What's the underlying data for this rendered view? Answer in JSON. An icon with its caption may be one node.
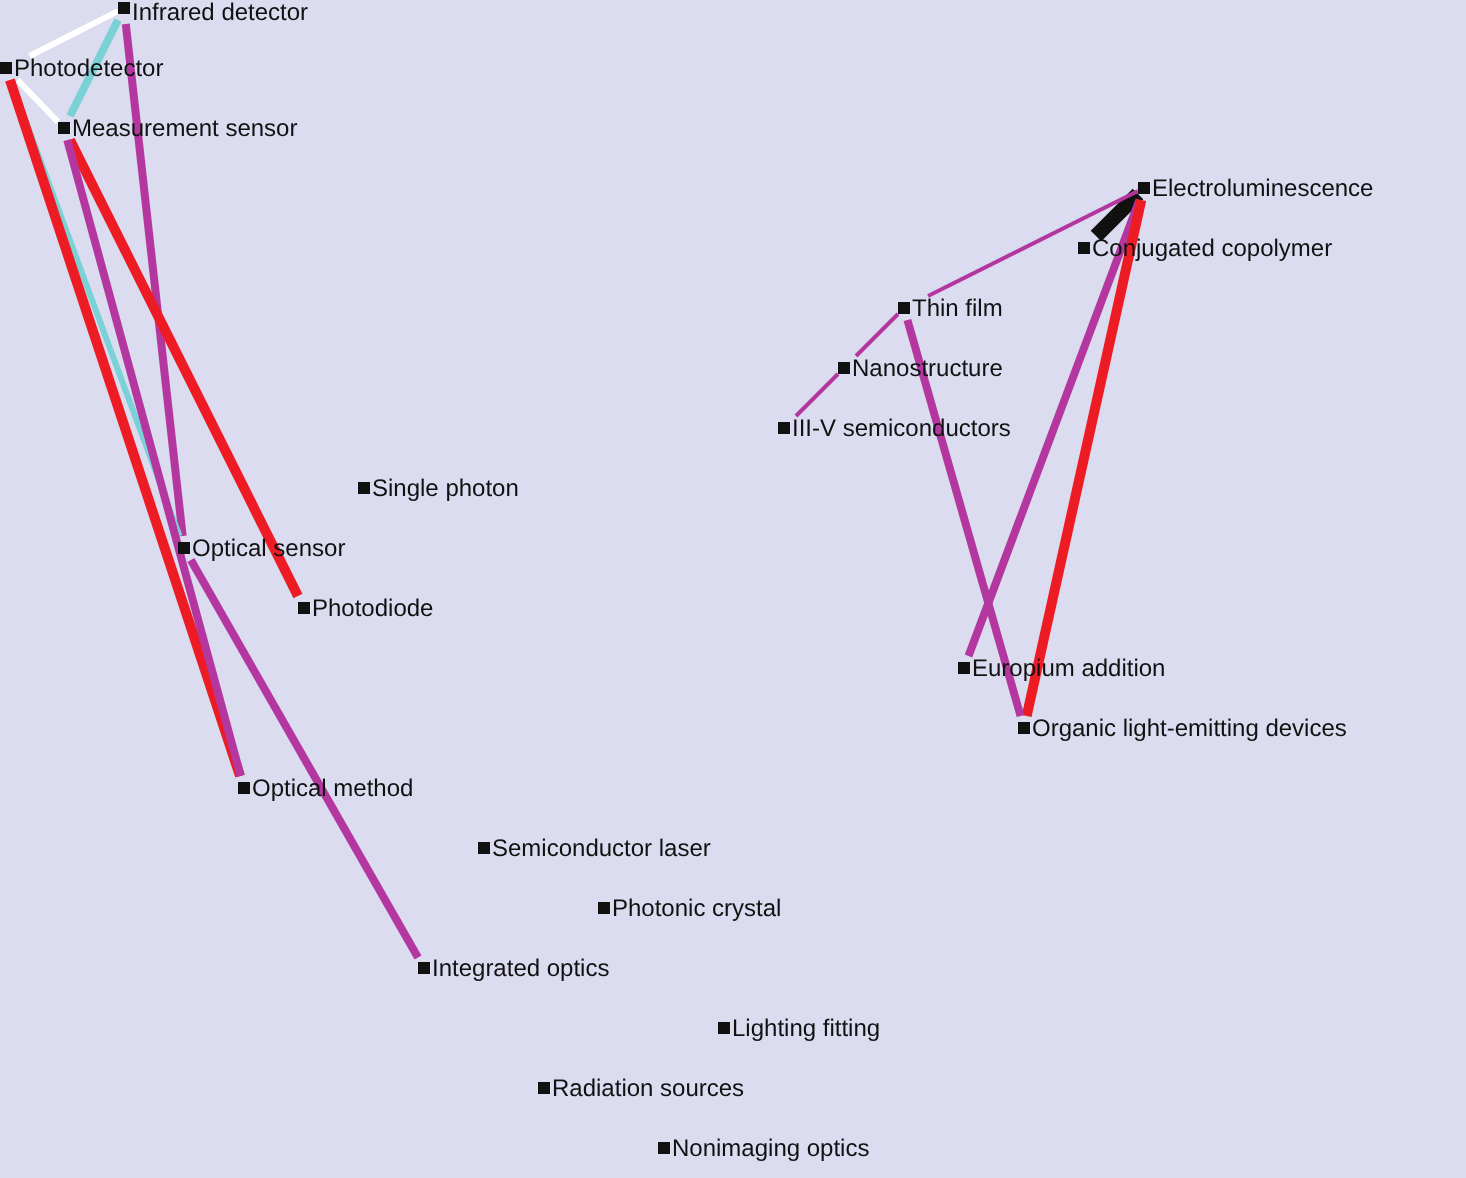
{
  "diagram": {
    "nodes": [
      {
        "text": [
          "Infrared detector"
        ]
      },
      {
        "text": [
          "Photodetector"
        ]
      },
      {
        "text": [
          "Measurement sensor"
        ]
      },
      {
        "text": [
          "Electroluminescence"
        ]
      },
      {
        "text": [
          "Conjugated copolymer"
        ]
      },
      {
        "text": [
          "Thin film"
        ]
      },
      {
        "text": [
          "Nanostructure"
        ]
      },
      {
        "text": [
          "III-V semiconductors"
        ]
      },
      {
        "text": [
          "Single photon"
        ]
      },
      {
        "text": [
          "Optical sensor"
        ]
      },
      {
        "text": [
          "Photodiode"
        ]
      },
      {
        "text": [
          "Europium addition"
        ]
      },
      {
        "text": [
          "Organic light-emitting devices"
        ]
      },
      {
        "text": [
          "Optical method"
        ]
      },
      {
        "text": [
          "Semiconductor laser"
        ]
      },
      {
        "text": [
          "Photonic crystal"
        ]
      },
      {
        "text": [
          "Integrated optics"
        ]
      },
      {
        "text": [
          "Lighting fitting"
        ]
      },
      {
        "text": [
          "Radiation sources"
        ]
      },
      {
        "text": [
          "Nonimaging optics"
        ]
      }
    ],
    "edges": [
      {
        "from": 1,
        "to": 0,
        "arrow": "none",
        "color": "#ffffff"
      },
      {
        "from": 1,
        "to": 2,
        "arrow": "none",
        "color": "#ffffff"
      },
      {
        "from": 0,
        "to": 2,
        "arrow": "none",
        "color": "#7ad2d6"
      },
      {
        "from": 0,
        "to": 9,
        "arrow": "none"
      },
      {
        "from": 1,
        "to": 9,
        "arrow": "none",
        "color": "#7ad2d6"
      },
      {
        "from": 1,
        "to": 13,
        "arrow": "none",
        "color": "#ed1c24"
      },
      {
        "from": 2,
        "to": 10,
        "arrow": "none",
        "color": "#ed1c24"
      },
      {
        "from": 2,
        "to": 13,
        "arrow": "none"
      },
      {
        "from": 9,
        "to": 16,
        "arrow": "none"
      },
      {
        "from": 3,
        "to": 4,
        "arrow": "none",
        "style": "thick",
        "color": "#111111"
      },
      {
        "from": 3,
        "to": 5,
        "arrow": "none"
      },
      {
        "from": 5,
        "to": 6,
        "arrow": "none"
      },
      {
        "from": 6,
        "to": 7,
        "arrow": "none"
      },
      {
        "from": 3,
        "to": 11,
        "arrow": "none"
      },
      {
        "from": 3,
        "to": 12,
        "arrow": "none",
        "color": "#ed1c24"
      },
      {
        "from": 5,
        "to": 12,
        "arrow": "none"
      }
    ]
  }
}
